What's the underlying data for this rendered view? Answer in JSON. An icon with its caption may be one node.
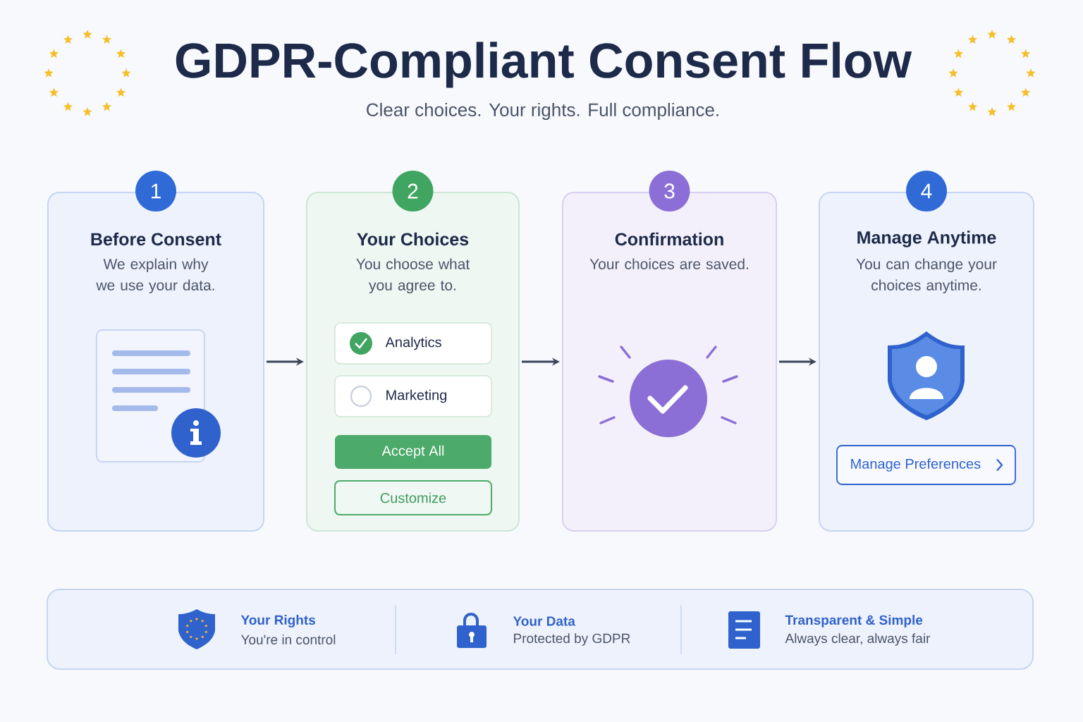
{
  "diagram": {
    "title": "GDPR-Compliant Consent Flow",
    "nodes": [
      {
        "text": [
          "1",
          "Before Consent",
          "We explain why we use your data."
        ]
      },
      {
        "text": [
          "2",
          "Your Choices",
          "You choose what you agree to."
        ]
      },
      {
        "text": [
          "Analytics"
        ],
        "in": 1
      },
      {
        "text": [
          "Marketing"
        ],
        "in": 1
      },
      {
        "text": [
          "Accept All"
        ],
        "in": 1
      },
      {
        "text": [
          "Customize"
        ],
        "in": 1
      },
      {
        "text": [
          "3",
          "Confirmation",
          "Your choices are saved."
        ]
      },
      {
        "text": [
          "4",
          "Manage Anytime",
          "You can change your choices anytime."
        ]
      },
      {
        "text": [
          "Manage Preferences"
        ],
        "in": 7
      }
    ],
    "edges": [
      {
        "from": 0,
        "to": 1,
        "arrow": "to"
      },
      {
        "from": 1,
        "to": 6,
        "arrow": "to"
      },
      {
        "from": 6,
        "to": 7,
        "arrow": "to"
      }
    ],
    "labels": [
      "Clear choices. Your rights. Full compliance.",
      "Your Rights",
      "You're in control",
      "Your Data",
      "Protected by GDPR",
      "Transparent & Simple",
      "Always clear, always fair"
    ]
  }
}
